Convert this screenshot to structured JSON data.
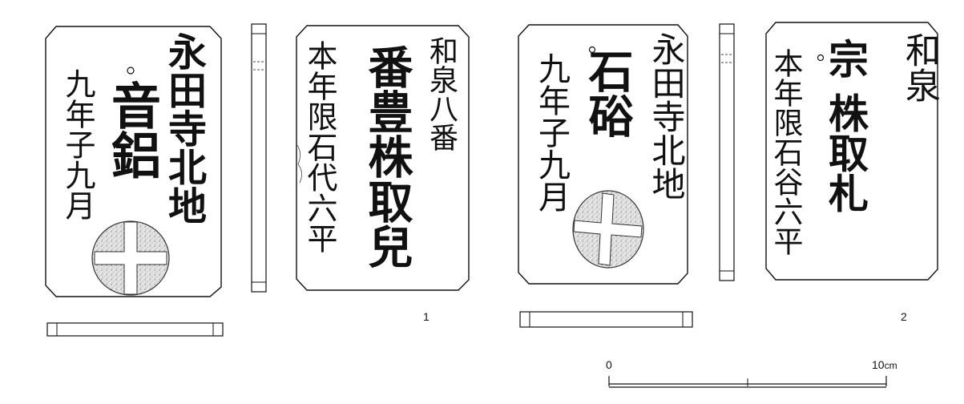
{
  "figures": [
    {
      "number": "1",
      "obverse": {
        "column_right": "永田寺北地",
        "column_center": "音鋁",
        "column_left": "九年子九月",
        "mark": "circle-cross"
      },
      "reverse": {
        "column_right": "和泉八番",
        "column_center": "番豊株取兒",
        "column_left": "本年限石代六平"
      }
    },
    {
      "number": "2",
      "obverse": {
        "column_right": "永田寺北地",
        "column_center": "石硲",
        "column_left": "九年子九月",
        "mark": "circle-cross"
      },
      "reverse": {
        "column_right": "和泉",
        "column_center": "宗 株取札",
        "column_left": "本年限石谷六平"
      }
    }
  ],
  "scale_bar": {
    "start_label": "0",
    "end_label": "10",
    "unit": "cm"
  }
}
